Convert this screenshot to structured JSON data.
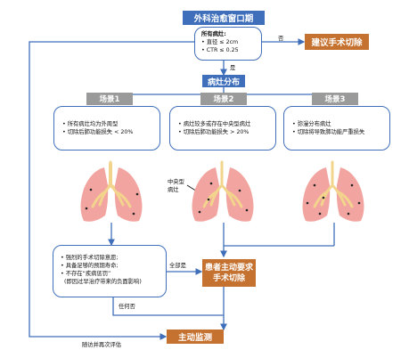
{
  "window": {
    "title": "外科治愈窗口期",
    "criteria": [
      "所有病灶:",
      "• 直径 ≤ 2cm",
      "• CTR ≤ 0.25"
    ],
    "no_label": "否",
    "yes_label": "是",
    "recommend_surgery": "建议手术切除",
    "distribution": "病灶分布"
  },
  "scenarios": [
    {
      "title": "场景1",
      "lines": [
        "• 所有病灶均为外周型",
        "• 切除后肺功能损失 < 20%"
      ]
    },
    {
      "title": "场景2",
      "lines": [
        "• 病灶较多或存在中央型病灶",
        "• 切除后肺功能损失 > 20%"
      ]
    },
    {
      "title": "场景3",
      "lines": [
        "• 弥漫分布病灶",
        "• 切除将导致肺功能严重损失"
      ]
    }
  ],
  "central_lesion_label": [
    "中央型",
    "病灶"
  ],
  "conditions": [
    "• 强烈的手术切除意愿;",
    "• 具备足够的预期寿命;",
    "• 不存在“疾病惩罚”",
    "  (即因过早治疗带来的负面影响)"
  ],
  "all_yes_label": "全部是",
  "any_no_label": "任何否",
  "patient_request": [
    "患者主动要求",
    "手术切除"
  ],
  "follow_up_label": "随访并再次评估",
  "active_surveillance": "主动监测",
  "colors": {
    "blue": "#3f6fba",
    "orange": "#c5712f",
    "gray": "#9a9a9a",
    "lung": "#f2a5a0",
    "airway": "#f3d48c"
  }
}
